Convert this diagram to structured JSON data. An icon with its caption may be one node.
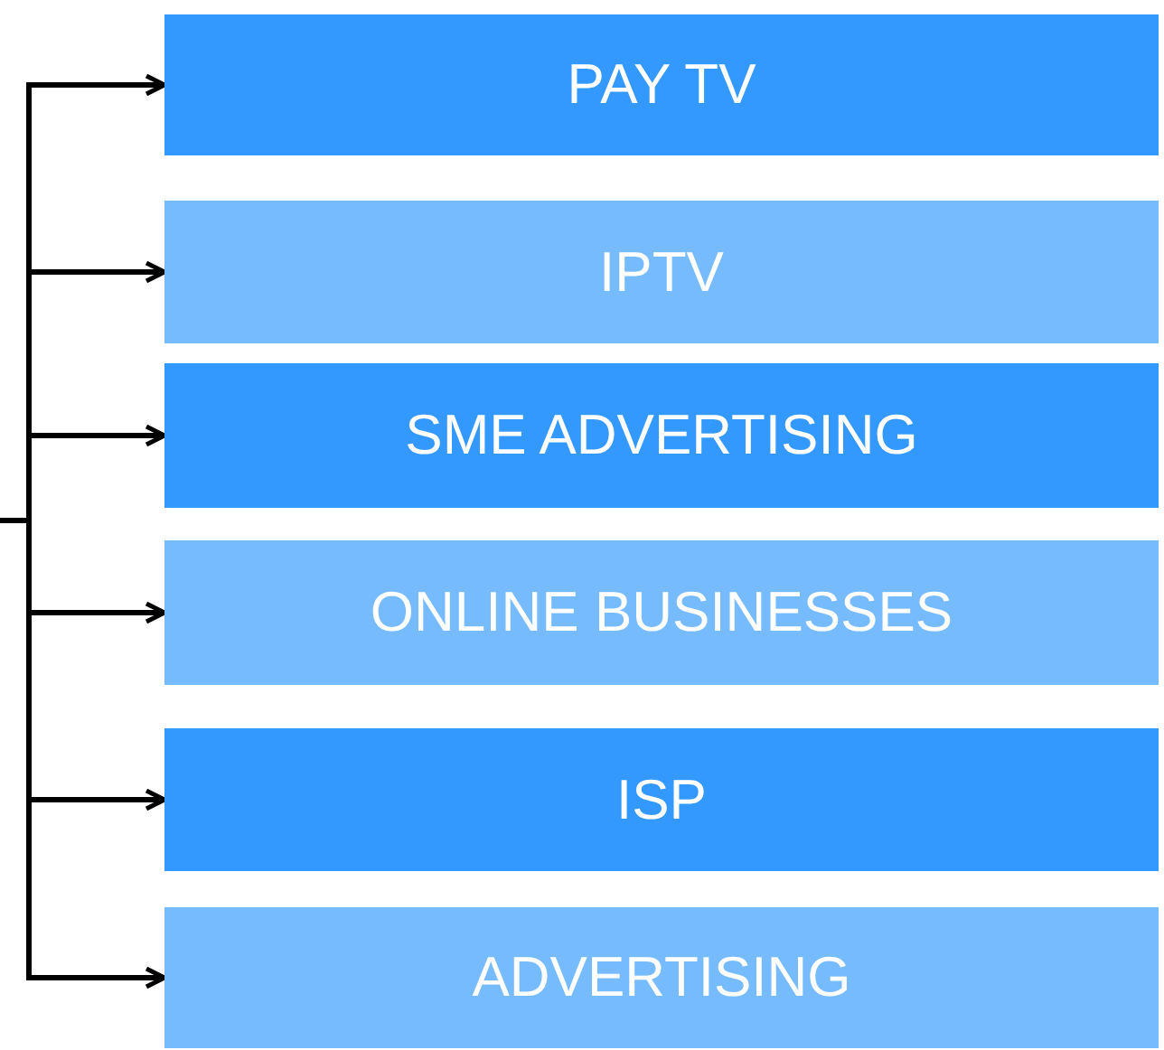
{
  "diagram": {
    "nodes": [
      {
        "text": [
          "PAY TV"
        ]
      },
      {
        "text": [
          "IPTV"
        ]
      },
      {
        "text": [
          "SME ADVERTISING"
        ]
      },
      {
        "text": [
          "ONLINE BUSINESSES"
        ]
      },
      {
        "text": [
          "ISP"
        ]
      },
      {
        "text": [
          "ADVERTISING"
        ]
      }
    ],
    "edges": [
      {
        "from": null,
        "to": 0,
        "arrow": "to"
      },
      {
        "from": null,
        "to": 1,
        "arrow": "to"
      },
      {
        "from": null,
        "to": 2,
        "arrow": "to"
      },
      {
        "from": null,
        "to": 3,
        "arrow": "to"
      },
      {
        "from": null,
        "to": 4,
        "arrow": "to"
      },
      {
        "from": null,
        "to": 5,
        "arrow": "to"
      }
    ]
  }
}
